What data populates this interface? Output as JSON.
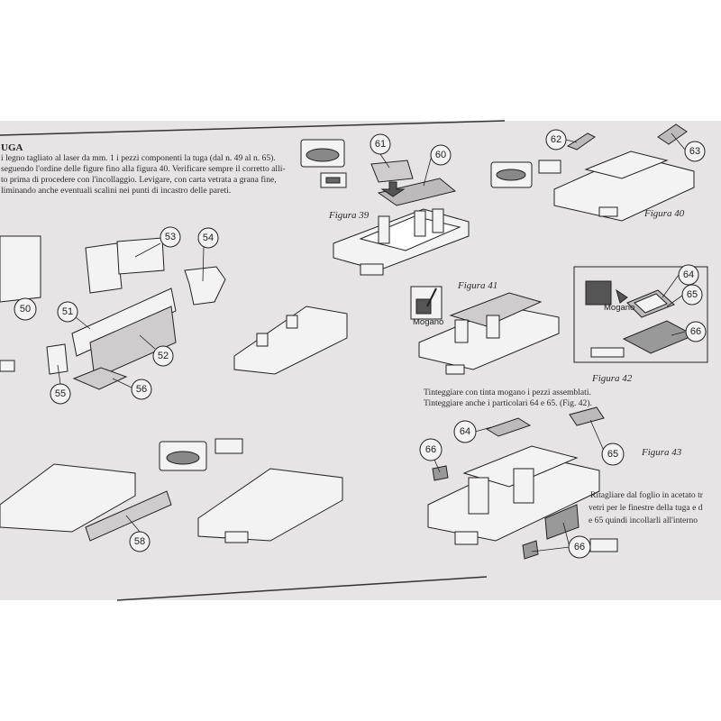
{
  "section": {
    "heading": "UGA",
    "paragraph": [
      "i legno tagliato al laser da mm. 1 i pezzi componenti la tuga (dal n. 49 al n. 65).",
      "seguendo l'ordine delle figure fino alla figura 40. Verificare sempre il corretto alli-",
      "to prima di procedere con l'incollaggio. Levigare, con carta vetrata a grana fine,",
      "liminando anche eventuali scalini nei punti di incastro delle pareti."
    ]
  },
  "figures": {
    "fig39": "Figura 39",
    "fig40": "Figura 40",
    "fig41": "Figura 41",
    "fig42": "Figura 42",
    "fig43": "Figura 43"
  },
  "labels": {
    "mogano_41": "Mogano",
    "mogano_42": "Mogano"
  },
  "captions": {
    "fig41_42": [
      "Tinteggiare con tinta mogano i pezzi assemblati.",
      "Tinteggiare anche i particolari 64 e 65. (Fig. 42)."
    ],
    "fig43": [
      "Ritagliare dal foglio in acetato tr",
      "vetri per le finestre della tuga e d",
      "e 65 quindi incollarli all'interno"
    ]
  },
  "part_numbers": {
    "p61": "61",
    "p60": "60",
    "p62": "62",
    "p63": "63",
    "p53": "53",
    "p54": "54",
    "p50": "50",
    "p51": "51",
    "p52": "52",
    "p55": "55",
    "p56": "56",
    "p58": "58",
    "p64a": "64",
    "p65a": "65",
    "p66a": "66",
    "p64b": "64",
    "p65b": "65",
    "p66b": "66",
    "p66c": "66"
  },
  "colors": {
    "page": "#e7e4e6",
    "ink": "#222222",
    "part_fill": "#c9c6c8"
  }
}
